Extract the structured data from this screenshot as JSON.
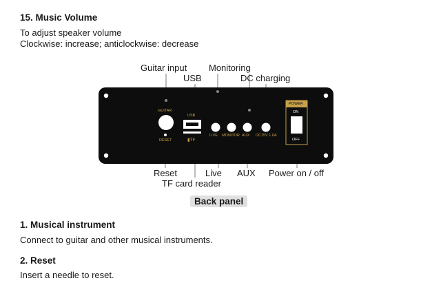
{
  "header": {
    "title": "15. Music Volume",
    "line1": "To adjust speaker volume",
    "line2": "Clockwise: increase; anticlockwise: decrease"
  },
  "callouts": {
    "guitar_input": "Guitar input",
    "usb": "USB",
    "monitoring": "Monitoring",
    "dc_charging": "DC charging",
    "reset": "Reset",
    "live": "Live",
    "aux": "AUX",
    "power": "Power on / off",
    "tf_card": "TF card reader"
  },
  "panel_labels": {
    "guitar": "GUITAR",
    "usb": "USB",
    "reset": "RESET",
    "tf": "TF",
    "live": "LIVE",
    "monitor": "MONITOR",
    "aux": "AUX",
    "dc": "DC15V 1.6A",
    "power": "POWER",
    "on": "ON",
    "off": "OFF"
  },
  "badge": "Back panel",
  "sections": [
    {
      "title": "1. Musical instrument",
      "body": "Connect to guitar and other musical instruments."
    },
    {
      "title": "2. Reset",
      "body": "Insert a needle to reset."
    }
  ],
  "colors": {
    "panel": "#0d0d0d",
    "accent": "#c8a04a",
    "badge": "#e0e0e0"
  }
}
